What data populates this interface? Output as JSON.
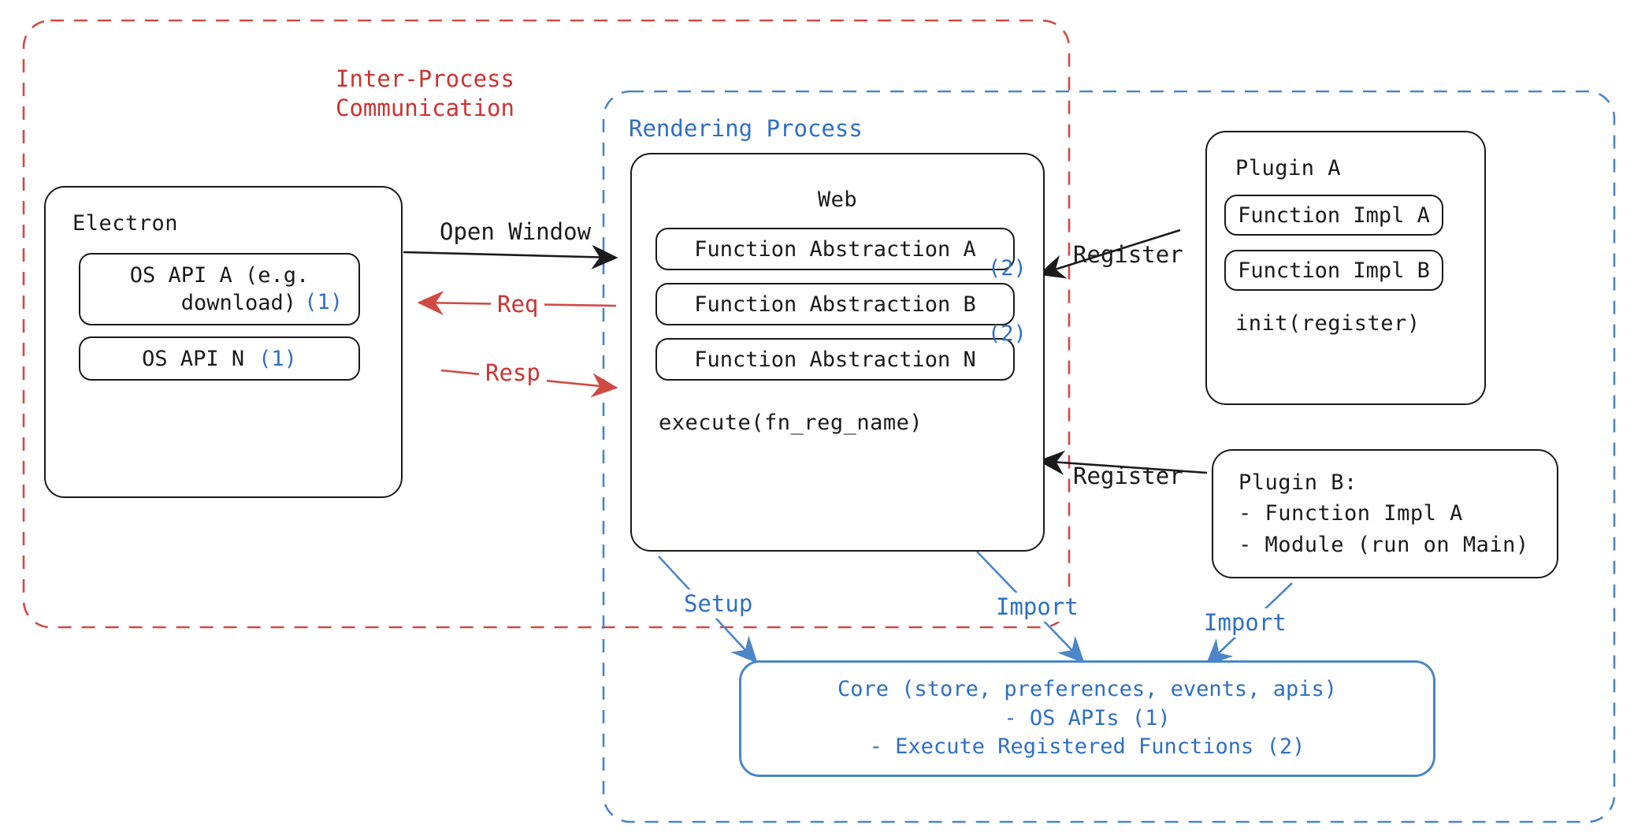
{
  "diagram": {
    "title": "Electron plugin architecture",
    "colors": {
      "red": "#cc3333",
      "blue": "#2f6fc4",
      "core_border": "#4a86c8",
      "black": "#1a1a1a"
    }
  },
  "boundaries": {
    "ipc": {
      "label": "Inter-Process\nCommunication",
      "color": "#cc3333",
      "style": "dashed"
    },
    "rendering": {
      "label": "Rendering Process",
      "color": "#2f6fc4",
      "style": "dashed"
    }
  },
  "electron": {
    "title": "Electron",
    "apis": [
      {
        "label": "OS API A (e.g.\n   download)",
        "marker": "(1)"
      },
      {
        "label": "OS API N",
        "marker": "(1)"
      }
    ]
  },
  "web": {
    "title": "Web",
    "abstractions": [
      {
        "label": "Function Abstraction A",
        "marker": "(2)"
      },
      {
        "label": "Function Abstraction B",
        "marker": "(2)"
      },
      {
        "label": "Function Abstraction N",
        "marker": ""
      }
    ],
    "execute": "execute(fn_reg_name)"
  },
  "plugin_a": {
    "title": "Plugin A",
    "impls": [
      "Function Impl A",
      "Function Impl B"
    ],
    "init": "init(register)"
  },
  "plugin_b": {
    "title": "Plugin B:",
    "lines": [
      "- Function Impl A",
      "- Module (run on Main)"
    ]
  },
  "core": {
    "line1": "Core (store, preferences, events, apis)",
    "line2": "- OS APIs (1)",
    "line3": "- Execute Registered Functions (2)"
  },
  "edges": {
    "open_window": "Open Window",
    "req": "Req",
    "resp": "Resp",
    "register_top": "Register",
    "register_bottom": "Register",
    "setup": "Setup",
    "import_web": "Import",
    "import_plugin_b": "Import"
  }
}
